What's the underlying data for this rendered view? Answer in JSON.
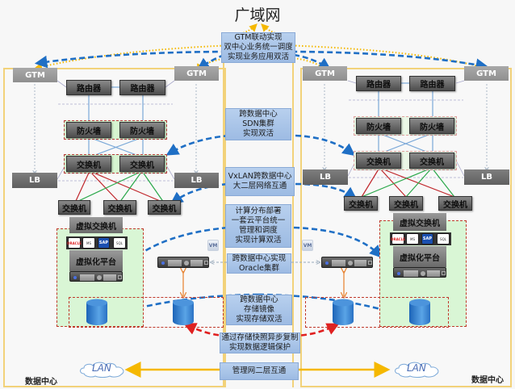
{
  "title": "广域网",
  "center_notes": {
    "gtm": "GTM联动实现\n双中心业务统一调度\n实现业务应用双活",
    "sdn": "跨数据中心\nSDN集群\n实现双活",
    "vxlan": "VxLAN跨数据中心\n大二层网络互通",
    "compute": "计算分布部署\n一套云平台统一\n管理和调度\n实现计算双活",
    "oracle": "跨数据中心实现\nOracle集群",
    "storage": "跨数据中心\n存储镜像\n实现存储双活",
    "snapshot": "通过存储快照异步复制\n实现数据逻辑保护",
    "mgmt": "管理网二层互通"
  },
  "datacenters": [
    {
      "label": "数据中心",
      "gtm": [
        "GTM",
        "GTM"
      ],
      "lb": [
        "LB",
        "LB"
      ],
      "routers": [
        "路由器",
        "路由器"
      ],
      "firewalls": [
        "防火墙",
        "防火墙"
      ],
      "core_switches": [
        "交换机",
        "交换机"
      ],
      "access_switches": [
        "交换机",
        "交换机",
        "交换机"
      ],
      "virtual_switch": "虚拟交换机",
      "virtual_platform": "虚拟化平台",
      "vm_label": "VM",
      "lan": "LAN",
      "apps": [
        "ORACLE",
        "Microsoft Exchange",
        "SAP",
        "Microsoft SQL Server"
      ]
    },
    {
      "label": "数据中心",
      "gtm": [
        "GTM",
        "GTM"
      ],
      "lb": [
        "LB",
        "LB"
      ],
      "routers": [
        "路由器",
        "路由器"
      ],
      "firewalls": [
        "防火墙",
        "防火墙"
      ],
      "core_switches": [
        "交换机",
        "交换机"
      ],
      "access_switches": [
        "交换机",
        "交换机",
        "交换机"
      ],
      "virtual_switch": "虚拟交换机",
      "virtual_platform": "虚拟化平台",
      "vm_label": "VM",
      "lan": "LAN",
      "apps": [
        "ORACLE",
        "Microsoft Exchange",
        "SAP",
        "Microsoft SQL Server"
      ]
    }
  ],
  "colors": {
    "frame": "#f2d27a",
    "blue_dash": "#1f6fc5",
    "red_dash": "#e02020",
    "yellow_arrow": "#f5b800",
    "orange_arrow": "#e8883a",
    "link_blue": "#7aa8d8",
    "link_red": "#c0262b",
    "link_green": "#2aa84a"
  }
}
